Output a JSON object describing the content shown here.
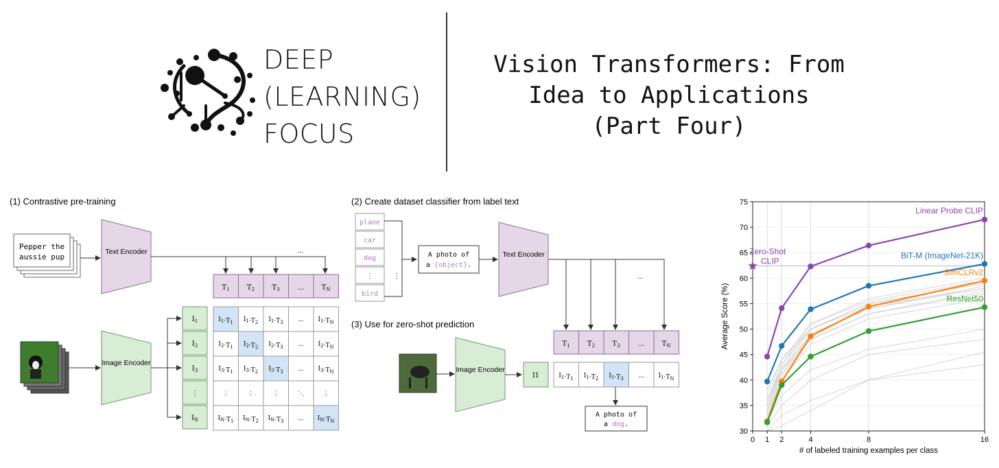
{
  "logo": {
    "icon": "neural-network-logo-icon",
    "lines": [
      "DEEP",
      "(LEARNING)",
      "FOCUS"
    ]
  },
  "title": {
    "lines": [
      "Vision Transformers: From",
      "Idea to Applications",
      "(Part Four)"
    ]
  },
  "figure": {
    "step1_title": "(1) Contrastive pre-training",
    "step2_title": "(2) Create dataset classifier from label text",
    "step3_title": "(3) Use for zero-shot prediction",
    "text_encoder": "Text Encoder",
    "image_encoder": "Image Encoder",
    "caption_line1": "Pepper the",
    "caption_line2": "aussie pup",
    "text_tokens": [
      "T1",
      "T2",
      "T3",
      "...",
      "TN"
    ],
    "image_tokens": [
      "I1",
      "I2",
      "I3",
      "⋮",
      "IN"
    ],
    "matrix": [
      [
        "I1·T1",
        "I1·T2",
        "I1·T3",
        "...",
        "I1·TN"
      ],
      [
        "I2·T1",
        "I2·T2",
        "I2·T3",
        "...",
        "I2·TN"
      ],
      [
        "I3·T1",
        "I3·T2",
        "I3·T3",
        "...",
        "I3·TN"
      ],
      [
        "⋮",
        "⋮",
        "⋮",
        "⋱",
        "⋮"
      ],
      [
        "IN·T1",
        "IN·T2",
        "IN·T3",
        "...",
        "IN·TN"
      ]
    ],
    "labels": [
      "plane",
      "car",
      "dog",
      "⋮",
      "bird"
    ],
    "prompt_line1": "A photo of",
    "prompt_prefix": "a ",
    "prompt_object": "{object}",
    "prompt_suffix": ".",
    "zs_image_token": "I1",
    "zs_row": [
      "I1·T1",
      "I1·T2",
      "I1·T3",
      "...",
      "I1·TN"
    ],
    "result_line1": "A photo of",
    "result_prefix": "a ",
    "result_object": "dog",
    "result_suffix": ".",
    "colors": {
      "text_purple": "#e6d7e8",
      "text_border": "#8e6a96",
      "image_green": "#d9ecd6",
      "image_border": "#6a9e66",
      "highlight_blue": "#d2e4f5",
      "label_pink": "#b07bb8"
    }
  },
  "chart_data": {
    "type": "line",
    "xlabel": "# of labeled training examples per class",
    "ylabel": "Average Score (%)",
    "xlim": [
      0,
      16
    ],
    "ylim": [
      30,
      75
    ],
    "xticks": [
      0,
      1,
      2,
      4,
      8,
      16
    ],
    "yticks": [
      30,
      35,
      40,
      45,
      50,
      55,
      60,
      65,
      70,
      75
    ],
    "series": [
      {
        "name": "Linear Probe CLIP",
        "color": "#8e44ad",
        "x": [
          1,
          2,
          4,
          8,
          16
        ],
        "y": [
          44.6,
          54.1,
          62.3,
          66.4,
          71.5
        ]
      },
      {
        "name": "BiT-M (ImageNet-21K)",
        "color": "#1f77b4",
        "x": [
          1,
          2,
          4,
          8,
          16
        ],
        "y": [
          39.7,
          46.7,
          53.9,
          58.5,
          62.8
        ]
      },
      {
        "name": "SimCLRv2",
        "color": "#ff7f0e",
        "x": [
          1,
          2,
          4,
          8,
          16
        ],
        "y": [
          31.9,
          39.7,
          48.6,
          54.4,
          59.5
        ]
      },
      {
        "name": "ResNet50",
        "color": "#2ca02c",
        "x": [
          1,
          2,
          4,
          8,
          16
        ],
        "y": [
          31.7,
          39.0,
          44.6,
          49.6,
          54.3
        ]
      }
    ],
    "zero_shot": {
      "name": "Zero-Shot CLIP",
      "x": 0,
      "y": 62.4,
      "color": "#8e44ad"
    },
    "zero_shot_label_line1": "Zero-Shot",
    "zero_shot_label_line2": "CLIP",
    "background_lines": [
      [
        33,
        40,
        47,
        52,
        56
      ],
      [
        34,
        41,
        48,
        53,
        57
      ],
      [
        35,
        42,
        49,
        54,
        58
      ],
      [
        36,
        43,
        50,
        55,
        59
      ],
      [
        35,
        43,
        51,
        56,
        60
      ],
      [
        34,
        42,
        50,
        55,
        59
      ],
      [
        33,
        41,
        49,
        54,
        58.5
      ],
      [
        37,
        44,
        51,
        55.5,
        59.5
      ],
      [
        36,
        42,
        48,
        53,
        57.5
      ],
      [
        38,
        44,
        50,
        54.5,
        58
      ],
      [
        32,
        37,
        42,
        46,
        50
      ],
      [
        31,
        35,
        40,
        45,
        48
      ],
      [
        30,
        33,
        36,
        40,
        43
      ],
      [
        30,
        31,
        34,
        40,
        45.5
      ]
    ],
    "grid": true
  }
}
